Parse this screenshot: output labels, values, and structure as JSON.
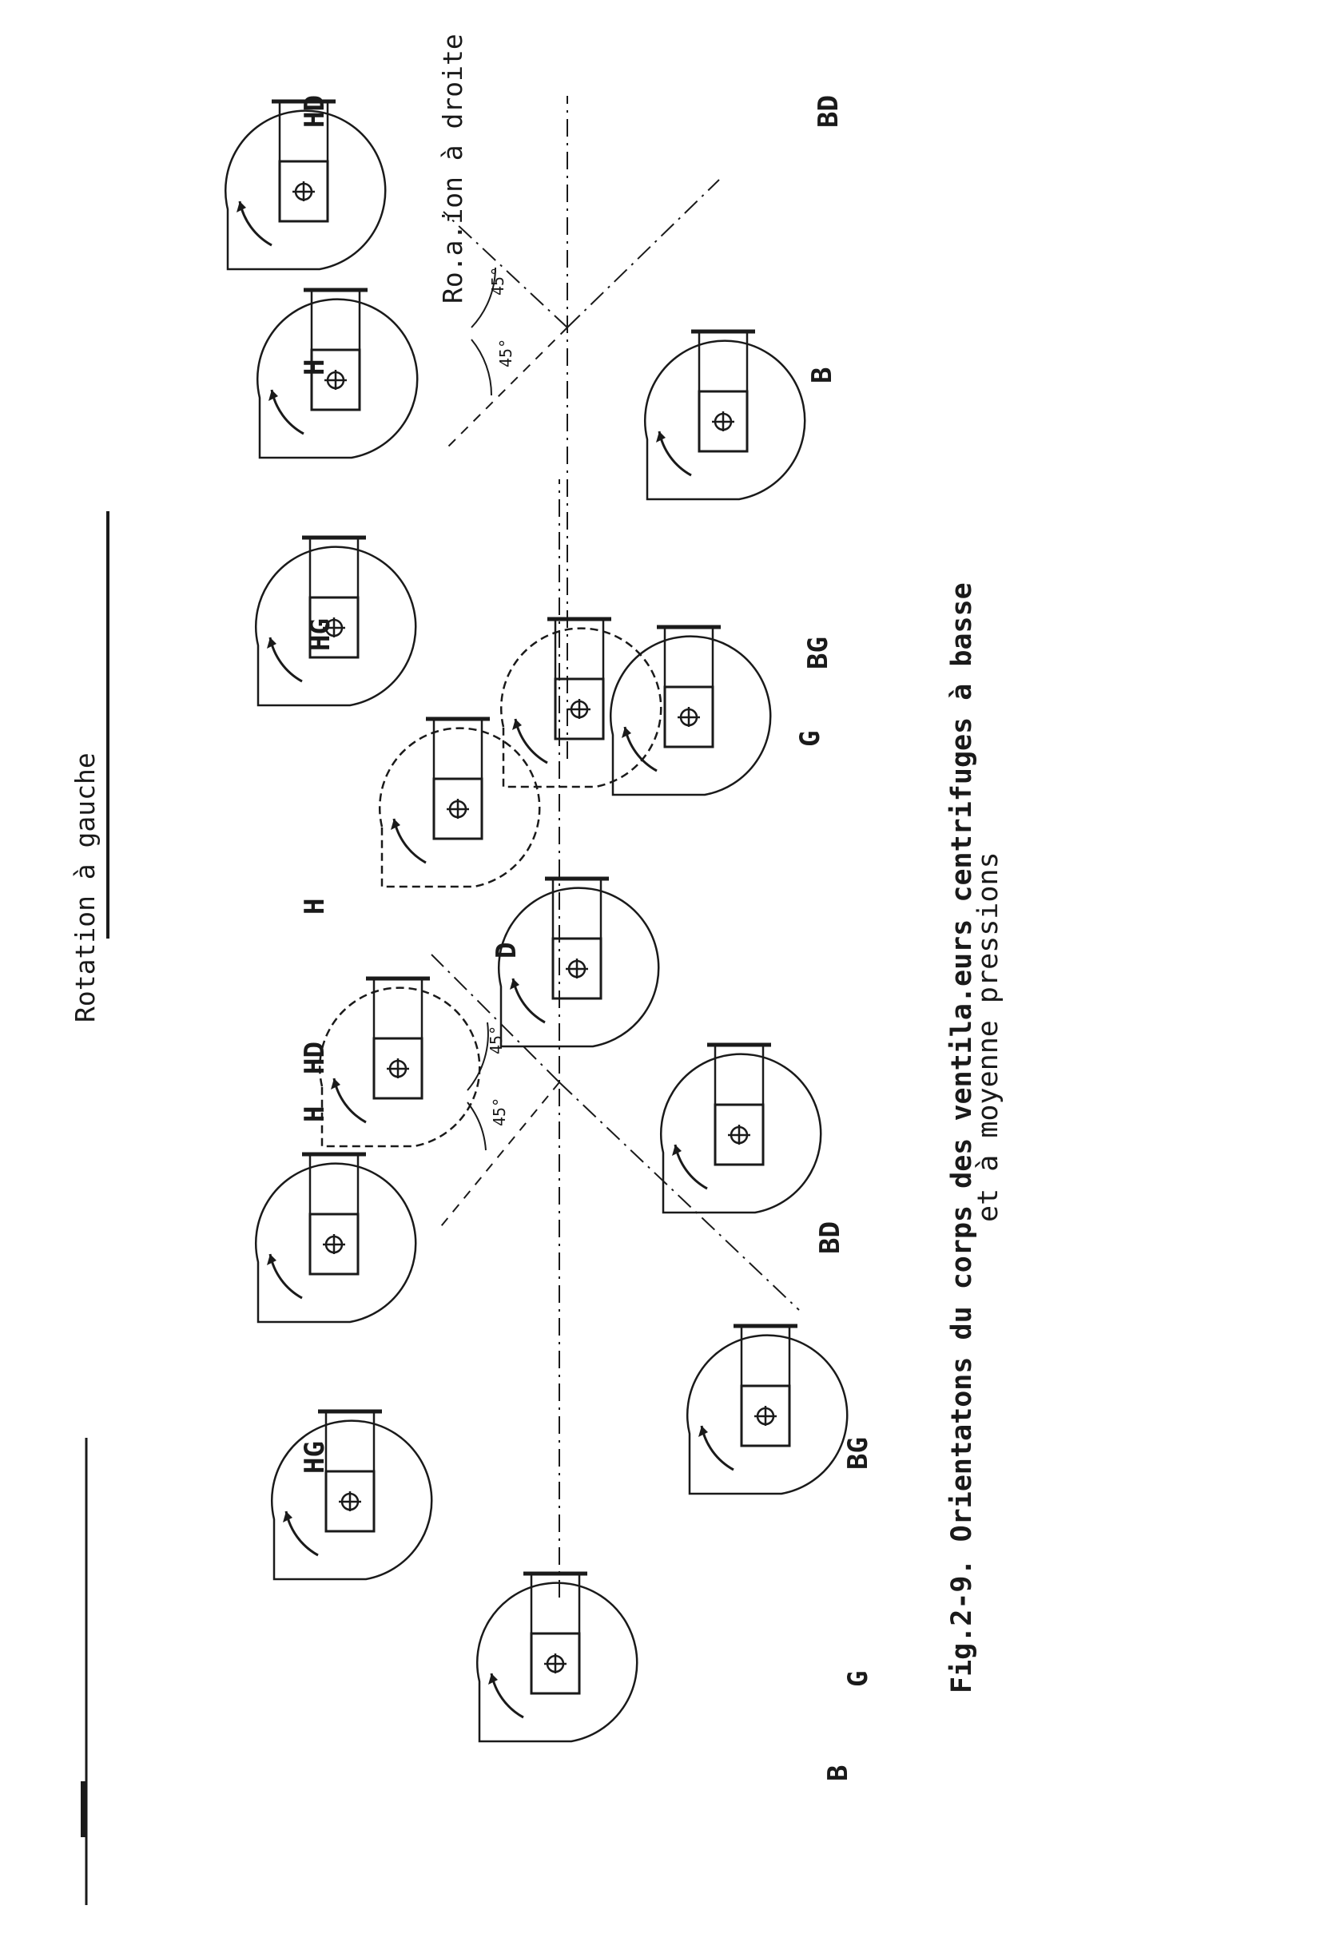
{
  "figure": {
    "caption_line1": "Fig.2-9. Orientatons  du corps des ventila.eurs centrifuges à basse",
    "caption_line2": "et à moyenne pressions"
  },
  "left_diagram": {
    "title": "Rotation à gauche",
    "labels": {
      "G": "G",
      "HG": "HG",
      "H": "H",
      "HD": "HD",
      "D": "D",
      "BD": "BD",
      "B": "B",
      "BG": "BG"
    },
    "angle_labels": [
      "45°",
      "45°"
    ]
  },
  "right_diagram": {
    "title": "Ro.a.ion à droite",
    "labels": {
      "G": "G",
      "HG": "HG",
      "H": "H",
      "HD": "HD",
      "BD": "BD",
      "B": "B",
      "BG": "BG"
    },
    "angle_labels": [
      "45°",
      "45°"
    ]
  }
}
